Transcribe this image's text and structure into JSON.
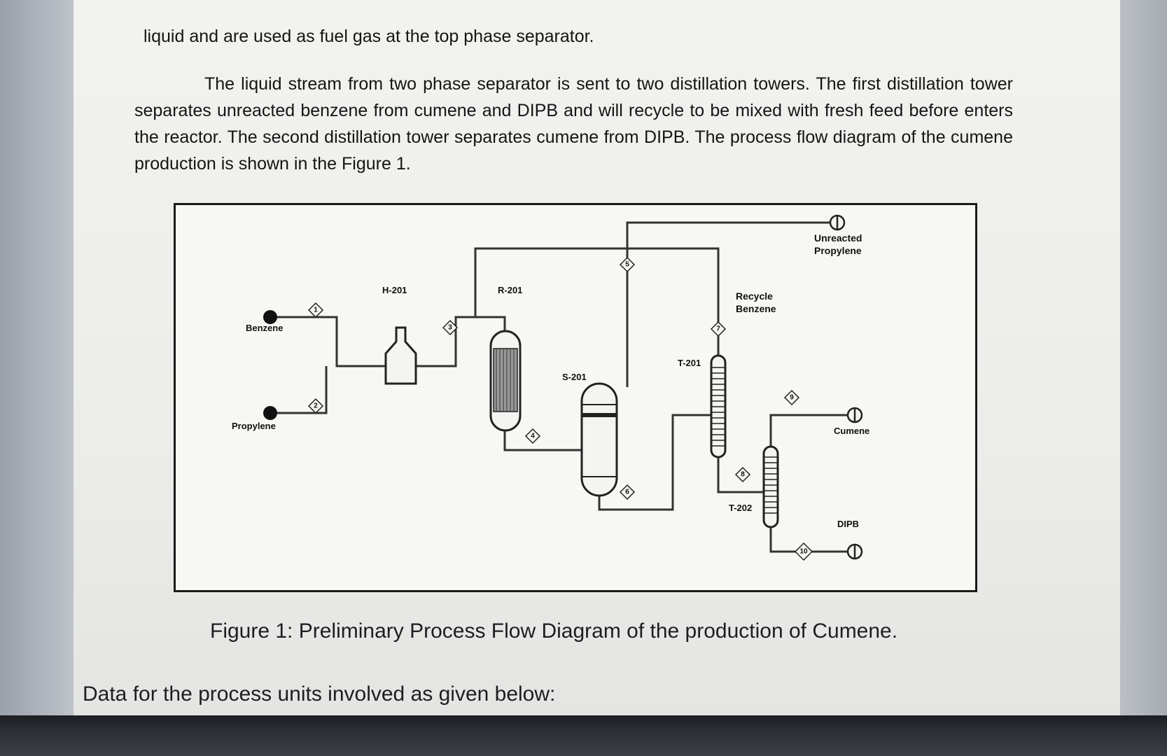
{
  "document": {
    "line1": "liquid and are used as fuel gas at the top phase separator.",
    "paragraph2": "The liquid stream from two phase separator is sent to two distillation towers. The first distillation tower separates unreacted benzene from cumene and DIPB and will recycle to be mixed with fresh feed before enters the reactor. The second distillation tower separates cumene from DIPB. The process flow diagram of the cumene production is shown in the Figure 1.",
    "caption": "Figure 1: Preliminary Process Flow Diagram of the production of Cumene.",
    "data_line": "Data for the process units involved as given below:"
  },
  "diagram": {
    "units": {
      "heater": "H-201",
      "reactor": "R-201",
      "separator": "S-201",
      "tower1": "T-201",
      "tower2": "T-202"
    },
    "streams": {
      "benzene": "Benzene",
      "propylene": "Propylene",
      "unreacted_line1": "Unreacted",
      "unreacted_line2": "Propylene",
      "recycle_line1": "Recycle",
      "recycle_line2": "Benzene",
      "cumene": "Cumene",
      "dipb": "DIPB"
    },
    "stream_numbers": [
      "1",
      "2",
      "3",
      "4",
      "5",
      "6",
      "7",
      "8",
      "9",
      "10"
    ]
  }
}
